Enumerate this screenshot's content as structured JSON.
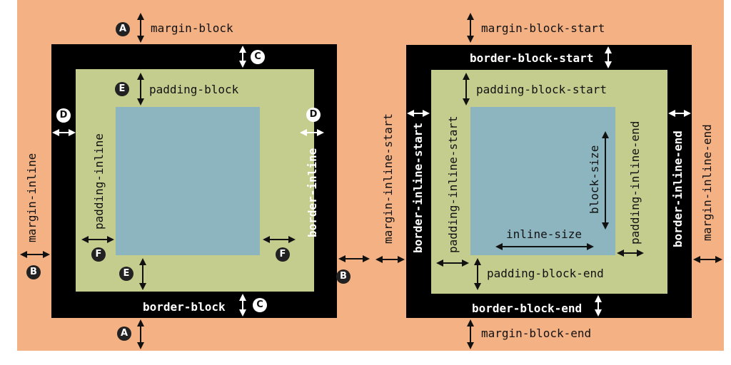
{
  "colors": {
    "margin": "#f4b183",
    "border": "#000000",
    "padding": "#c5cd8e",
    "content": "#8db5bf"
  },
  "left": {
    "labels": {
      "margin_block": "margin-block",
      "margin_inline": "margin-inline",
      "border_block": "border-block",
      "border_inline": "border-inline",
      "padding_block": "padding-block",
      "padding_inline": "padding-inline"
    },
    "badges": {
      "a": "A",
      "b": "B",
      "c": "C",
      "d": "D",
      "e": "E",
      "f": "F"
    }
  },
  "right": {
    "labels": {
      "margin_block_start": "margin-block-start",
      "margin_block_end": "margin-block-end",
      "margin_inline_start": "margin-inline-start",
      "margin_inline_end": "margin-inline-end",
      "border_block_start": "border-block-start",
      "border_block_end": "border-block-end",
      "border_inline_start": "border-inline-start",
      "border_inline_end": "border-inline-end",
      "padding_block_start": "padding-block-start",
      "padding_block_end": "padding-block-end",
      "padding_inline_start": "padding-inline-start",
      "padding_inline_end": "padding-inline-end",
      "block_size": "block-size",
      "inline_size": "inline-size"
    }
  }
}
